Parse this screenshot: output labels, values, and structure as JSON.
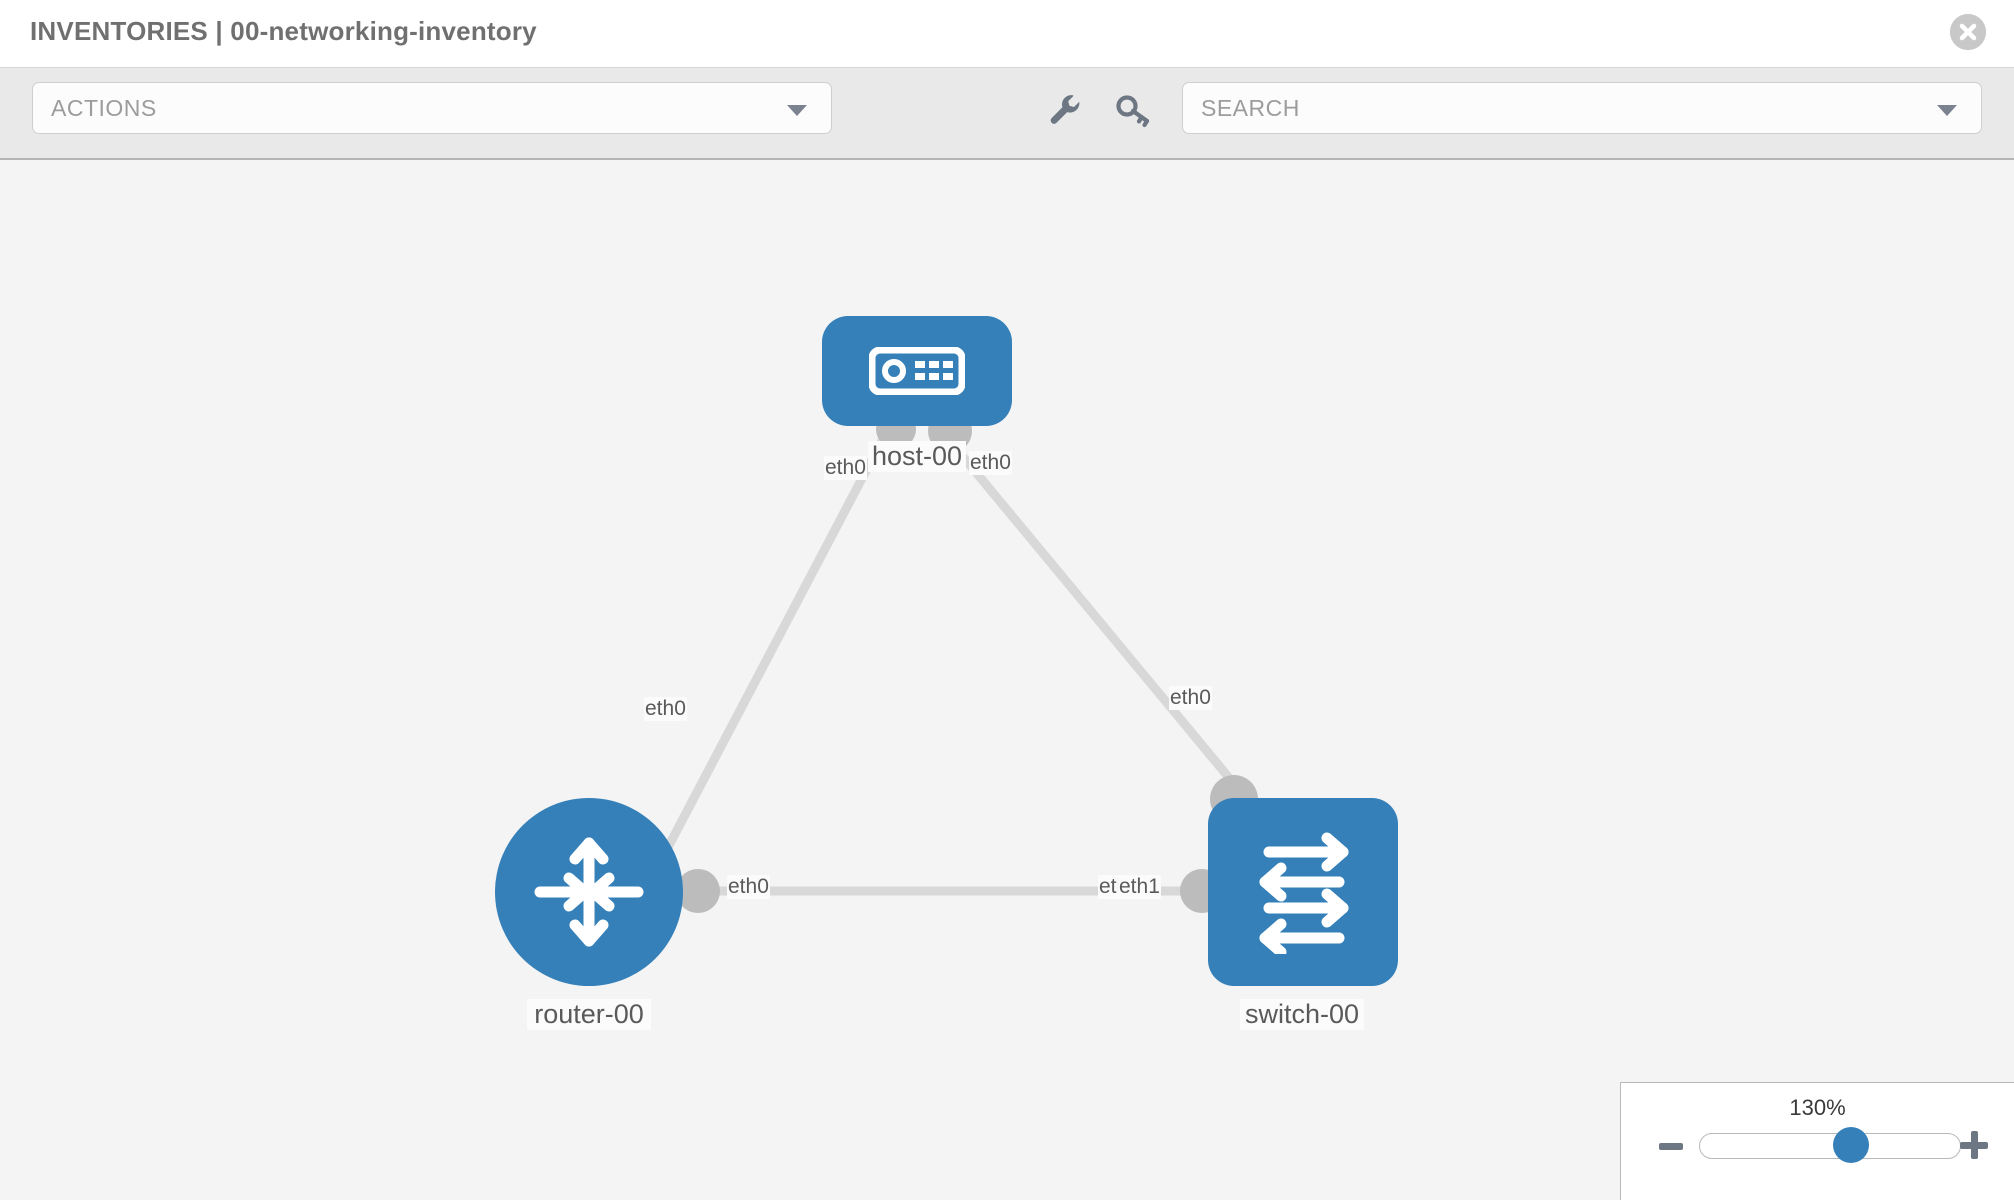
{
  "header": {
    "title": "INVENTORIES | 00-networking-inventory",
    "close_icon": "close-circle-icon"
  },
  "toolbar": {
    "actions_label": "ACTIONS",
    "actions_caret": "chevron-down-icon",
    "wrench_icon": "wrench-icon",
    "key_icon": "key-icon",
    "search_placeholder": "SEARCH",
    "search_caret": "chevron-down-icon"
  },
  "topology": {
    "accent_color": "#3580b9",
    "link_color": "#d8d8d8",
    "connector_color": "#bcbcbc",
    "canvas_bg": "#f4f4f4",
    "nodes": [
      {
        "id": "host-00",
        "label": "host-00",
        "icon": "server-icon",
        "shape": "rounded-rect"
      },
      {
        "id": "router-00",
        "label": "router-00",
        "icon": "router-arrows-icon",
        "shape": "circle"
      },
      {
        "id": "switch-00",
        "label": "switch-00",
        "icon": "switch-arrows-icon",
        "shape": "rounded-rect"
      }
    ],
    "links": [
      {
        "from": "host-00",
        "to": "router-00",
        "from_label": "eth0",
        "to_label": "eth0"
      },
      {
        "from": "host-00",
        "to": "switch-00",
        "from_label": "eth0",
        "to_label": "eth0"
      },
      {
        "from": "router-00",
        "to": "switch-00",
        "from_label": "eth0",
        "to_label": "eth0",
        "to_label_2": "eth1"
      }
    ],
    "edge_labels": {
      "host_left": "eth0",
      "host_right": "eth0",
      "router_up": "eth0",
      "switch_up": "eth0",
      "router_right": "eth0",
      "switch_left_under": "eth0",
      "switch_left": "eth1"
    }
  },
  "zoom": {
    "value": "130%",
    "minus_label": "minus-icon",
    "plus_label": "plus-icon"
  }
}
